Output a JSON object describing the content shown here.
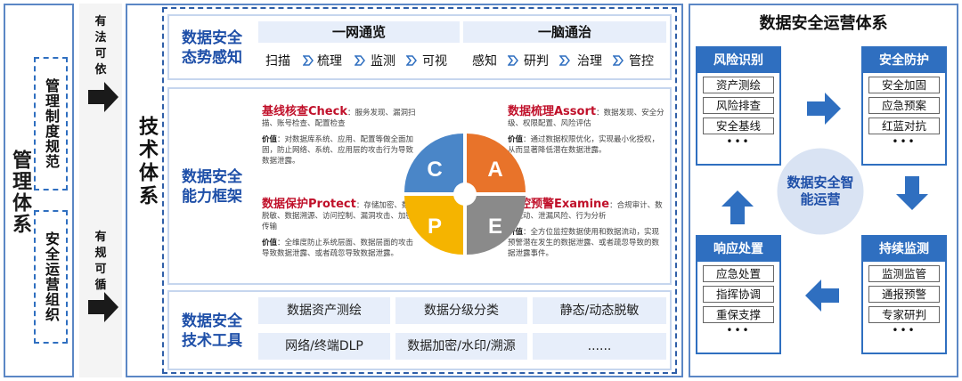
{
  "management": {
    "title": "管理体系",
    "box1": "管理制度规范",
    "box2": "安全运营组织"
  },
  "arrows": {
    "top_label": "有法可依",
    "bottom_label": "有规可循"
  },
  "tech": {
    "title": "技术体系",
    "situation": {
      "title": "数据安全态势感知",
      "group1": {
        "header": "一网通览",
        "steps": [
          "扫描",
          "梳理",
          "监测",
          "可视"
        ]
      },
      "group2": {
        "header": "一脑通治",
        "steps": [
          "感知",
          "研判",
          "治理",
          "管控"
        ]
      }
    },
    "capability": {
      "title": "数据安全能力框架",
      "c": {
        "title": "基线核查Check",
        "desc": "：服务发现、漏洞扫描、账号检查、配置检查",
        "value_label": "价值",
        "value": "：对数据库系统、应用、配置等做全面加固，防止网络、系统、应用层的攻击行为导致数据泄露。"
      },
      "a": {
        "title": "数据梳理Assort",
        "desc": "：数据发现、安全分级、权限配置、风险评估",
        "value_label": "价值",
        "value": "：通过数据权限优化，实现最小化授权，从而显著降低潜在数据泄露。"
      },
      "p": {
        "title": "数据保护Protect",
        "desc": "：存储加密、数据脱敏、数据溯源、访问控制、漏洞攻击、加密传输",
        "value_label": "价值",
        "value": "：全维度防止系统层面、数据层面的攻击导致数据泄露、或者疏忽导致数据泄露。"
      },
      "e": {
        "title": "监控预警Examine",
        "desc": "：合规审计、数据流动、泄漏风险、行为分析",
        "value_label": "价值",
        "value": "：全方位监控数据使用和数据流动，实现预警潜在发生的数据泄露、或者疏忽导致的数据泄露事件。"
      },
      "letters": [
        "C",
        "A",
        "P",
        "E"
      ],
      "colors": {
        "c": "#4a86c8",
        "a": "#e8732a",
        "p": "#f5b400",
        "e": "#8a8a8a"
      }
    },
    "tools": {
      "title": "数据安全技术工具",
      "items": [
        "数据资产测绘",
        "数据分级分类",
        "静态/动态脱敏",
        "网络/终端DLP",
        "数据加密/水印/溯源",
        "......"
      ]
    }
  },
  "ops": {
    "title": "数据安全运营体系",
    "center": "数据安全智能运营",
    "risk": {
      "title": "风险识别",
      "items": [
        "资产测绘",
        "风险排查",
        "安全基线"
      ],
      "more": "•••"
    },
    "defense": {
      "title": "安全防护",
      "items": [
        "安全加固",
        "应急预案",
        "红蓝对抗"
      ],
      "more": "•••"
    },
    "response": {
      "title": "响应处置",
      "items": [
        "应急处置",
        "指挥协调",
        "重保支撑"
      ],
      "more": "•••"
    },
    "monitor": {
      "title": "持续监测",
      "items": [
        "监测监管",
        "通报预警",
        "专家研判"
      ],
      "more": "•••"
    },
    "accent": "#2f6fc0"
  }
}
